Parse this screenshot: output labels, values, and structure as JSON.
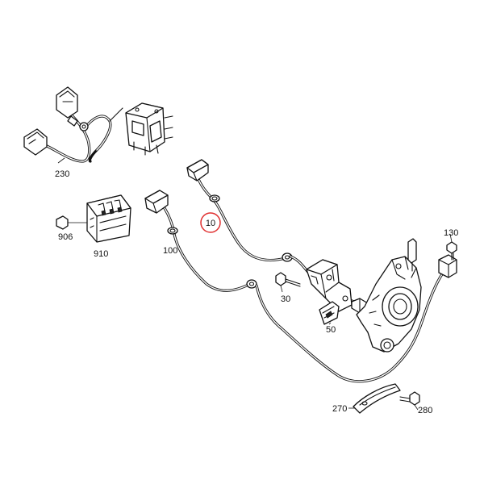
{
  "callouts": [
    {
      "id": "230",
      "label": "230"
    },
    {
      "id": "906",
      "label": "906"
    },
    {
      "id": "910",
      "label": "910"
    },
    {
      "id": "100",
      "label": "100"
    },
    {
      "id": "10",
      "label": "10"
    },
    {
      "id": "30",
      "label": "30"
    },
    {
      "id": "50",
      "label": "50"
    },
    {
      "id": "130",
      "label": "130"
    },
    {
      "id": "270",
      "label": "270"
    },
    {
      "id": "280",
      "label": "280"
    }
  ],
  "highlight": {
    "label": "10",
    "color": "#e03030"
  }
}
